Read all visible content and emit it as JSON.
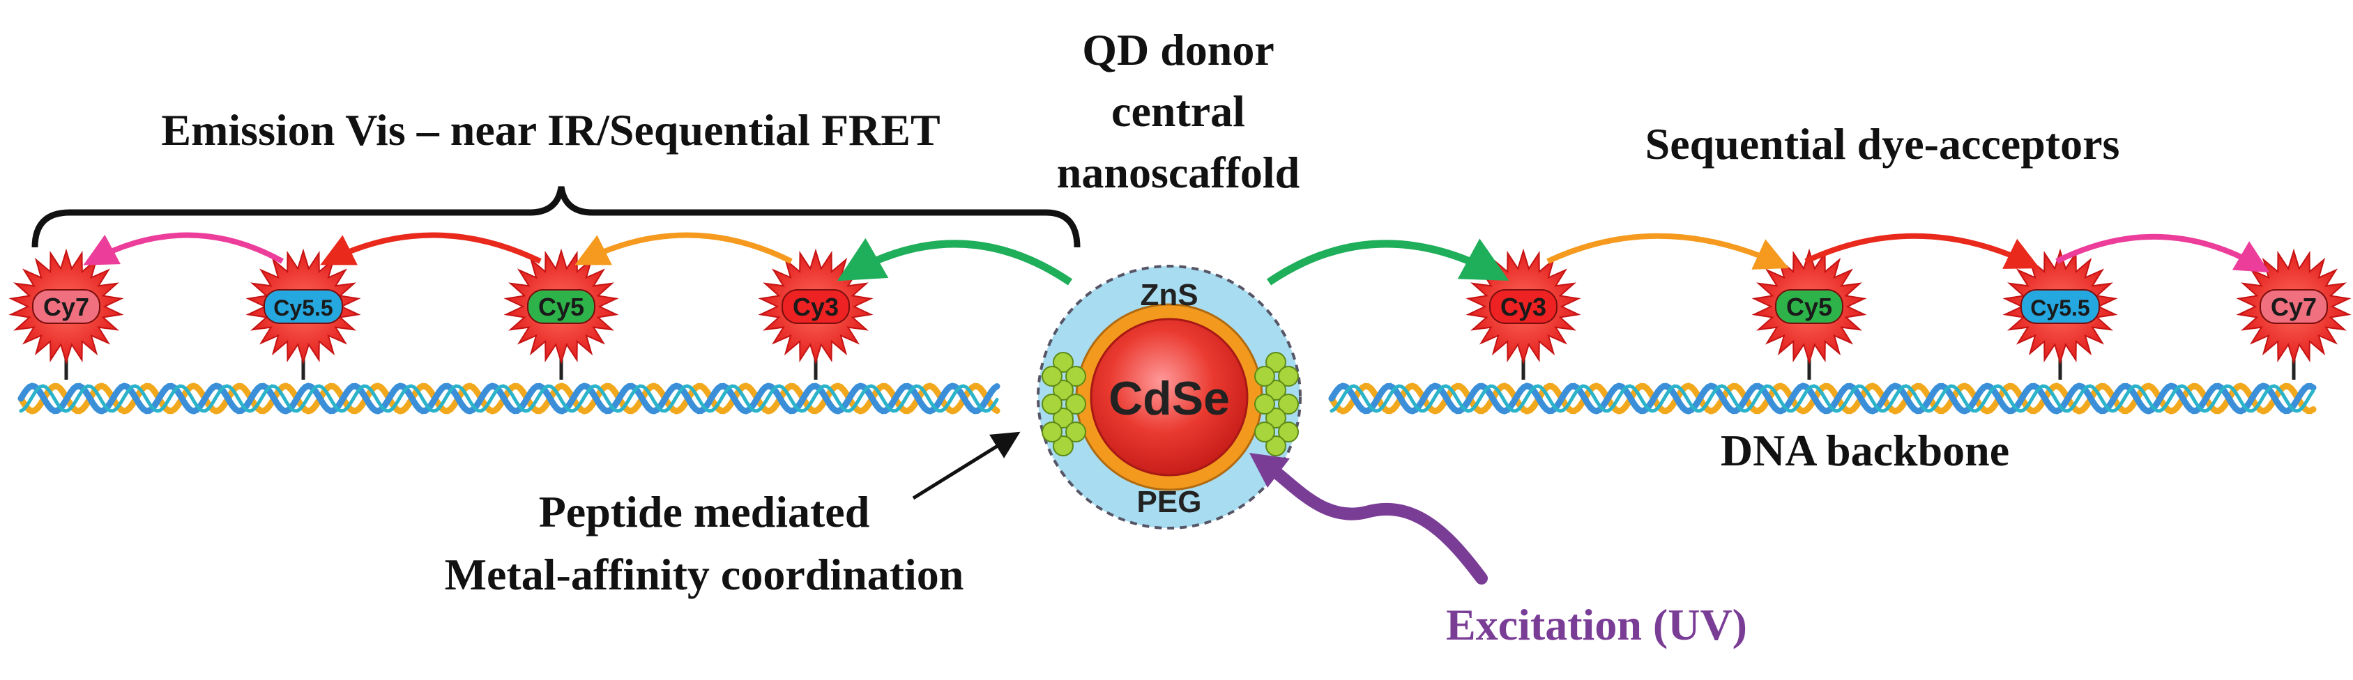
{
  "labels": {
    "emission_title": "Emission Vis – near IR/Sequential FRET",
    "qd_title_line1": "QD donor",
    "qd_title_line2": "central",
    "qd_title_line3": "nanoscaffold",
    "acceptors_title": "Sequential dye-acceptors",
    "dna_backbone": "DNA backbone",
    "peptide_line1": "Peptide mediated",
    "peptide_line2": "Metal-affinity coordination",
    "excitation": "Excitation (UV)"
  },
  "qd": {
    "core": "CdSe",
    "shell": "ZnS",
    "coating": "PEG"
  },
  "dyes_left": [
    {
      "label": "Cy7",
      "star": "#ee2222",
      "pill": "#f07080"
    },
    {
      "label": "Cy5.5",
      "star": "#ee2222",
      "pill": "#25a8e0"
    },
    {
      "label": "Cy5",
      "star": "#ee2222",
      "pill": "#2eb34a"
    },
    {
      "label": "Cy3",
      "star": "#ee2222",
      "pill": "#ee2222"
    }
  ],
  "dyes_right": [
    {
      "label": "Cy3",
      "star": "#ee2222",
      "pill": "#ee2222"
    },
    {
      "label": "Cy5",
      "star": "#ee2222",
      "pill": "#2eb34a"
    },
    {
      "label": "Cy5.5",
      "star": "#ee2222",
      "pill": "#25a8e0"
    },
    {
      "label": "Cy7",
      "star": "#ee2222",
      "pill": "#f07080"
    }
  ],
  "colors": {
    "green_arrow": "#1fae5a",
    "orange_arrow": "#f59a1e",
    "red_arrow": "#e8291c",
    "pink_arrow": "#ec3d9a",
    "excitation": "#7a3d96",
    "qd_halo": "#a8dcf0",
    "qd_shell": "#f39a1e",
    "qd_core": "#e8352b"
  }
}
